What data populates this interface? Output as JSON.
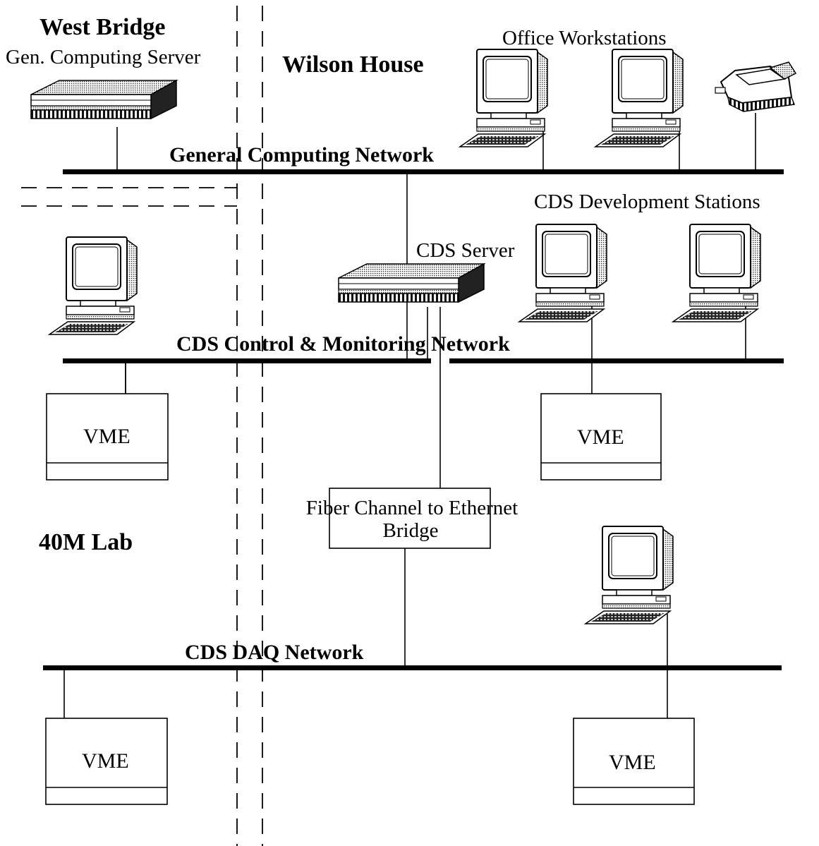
{
  "regions": {
    "west_bridge": "West Bridge",
    "wilson_house": "Wilson House",
    "lab_40m": "40M Lab"
  },
  "labels": {
    "gen_computing_server": "Gen. Computing Server",
    "office_workstations": "Office Workstations",
    "cds_development_stations": "CDS Development Stations",
    "cds_server": "CDS Server",
    "bridge_line1": "Fiber Channel to Ethernet",
    "bridge_line2": "Bridge"
  },
  "networks": {
    "general_computing": "General Computing Network",
    "control_monitoring": "CDS Control & Monitoring Network",
    "daq": "CDS DAQ Network"
  },
  "devices": {
    "vme_label": "VME"
  },
  "icons": {
    "server": "server-icon",
    "workstation": "workstation-icon",
    "printer": "printer-icon"
  }
}
